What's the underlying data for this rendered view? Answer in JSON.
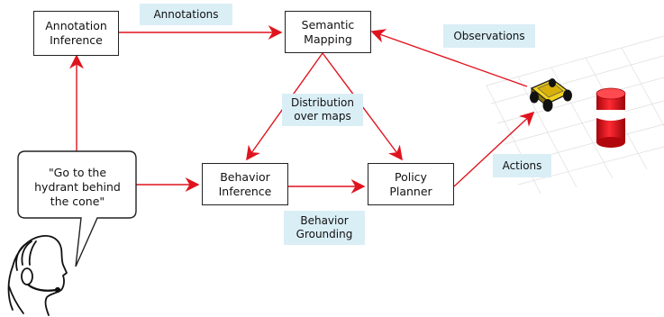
{
  "nodes": {
    "annotation_inference": "Annotation\nInference",
    "semantic_mapping": "Semantic\nMapping",
    "behavior_inference": "Behavior\nInference",
    "policy_planner": "Policy\nPlanner"
  },
  "edge_labels": {
    "annotations": "Annotations",
    "observations": "Observations",
    "distribution_over_maps": "Distribution\nover maps",
    "actions": "Actions",
    "behavior_grounding": "Behavior\nGrounding"
  },
  "speech_bubble": "\"Go to the\nhydrant behind\nthe cone\"",
  "colors": {
    "arrow": "#e0141e",
    "label_background": "#daeef6",
    "box_border": "#222222",
    "robot_body": "#f2d21b",
    "cone": "#e8111b"
  },
  "icons": [
    "operator-headset-icon",
    "robot-icon",
    "traffic-cone-icon",
    "grid-floor-icon"
  ]
}
